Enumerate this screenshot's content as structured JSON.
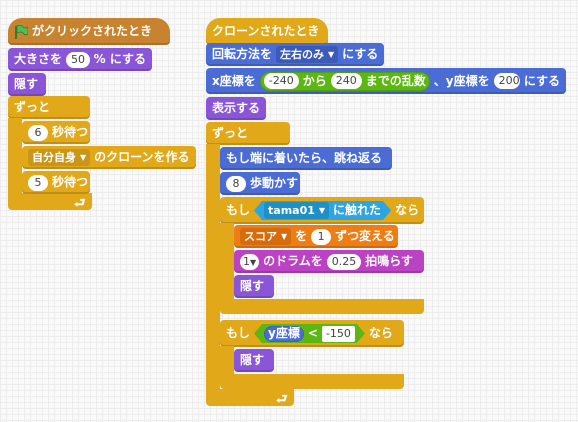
{
  "script1": {
    "hat_label": "がクリックされたとき",
    "size_label1": "大きさを",
    "size_value": "50",
    "size_label2": "% にする",
    "hide1": "隠す",
    "forever": "ずっと",
    "wait1_value": "6",
    "wait1_label": "秒待つ",
    "clone_target": "自分自身",
    "clone_label": "のクローンを作る",
    "wait2_value": "5",
    "wait2_label": "秒待つ"
  },
  "script2": {
    "hat_label": "クローンされたとき",
    "rot_label1": "回転方法を",
    "rot_value": "左右のみ",
    "rot_label2": "にする",
    "goto_label1": "x座標を",
    "rand_from": "-240",
    "rand_label1": "から",
    "rand_to": "240",
    "rand_label2": "までの乱数",
    "goto_label2": "、y座標を",
    "goto_y": "200",
    "goto_label3": "にする",
    "show": "表示する",
    "forever": "ずっと",
    "bounce": "もし端に着いたら、跳ね返る",
    "move_value": "8",
    "move_label": "歩動かす",
    "if1_label": "もし",
    "touch_target": "tama01",
    "touch_label": "に触れた",
    "if1_label2": "なら",
    "score_var": "スコア",
    "score_label1": "を",
    "score_value": "1",
    "score_label2": "ずつ変える",
    "drum_value": "1",
    "drum_label1": "のドラムを",
    "drum_beats": "0.25",
    "drum_label2": "拍鳴らす",
    "hide2": "隠す",
    "if2_label": "もし",
    "ypos_label": "y座標",
    "lt_symbol": "<",
    "lt_value": "-150",
    "if2_label2": "なら",
    "hide3": "隠す"
  },
  "colors": {
    "looks": "#8a55d7",
    "control": "#e1a91a",
    "motion": "#4a6cd4",
    "events": "#c88330",
    "operators": "#5cb712",
    "data": "#ee7d16",
    "sound": "#bb42c3",
    "sensing": "#2ca5e2",
    "flag": "#4cbf56"
  },
  "icons": {
    "flag": "green-flag-icon",
    "loop_end": "loop-arrow-icon"
  }
}
